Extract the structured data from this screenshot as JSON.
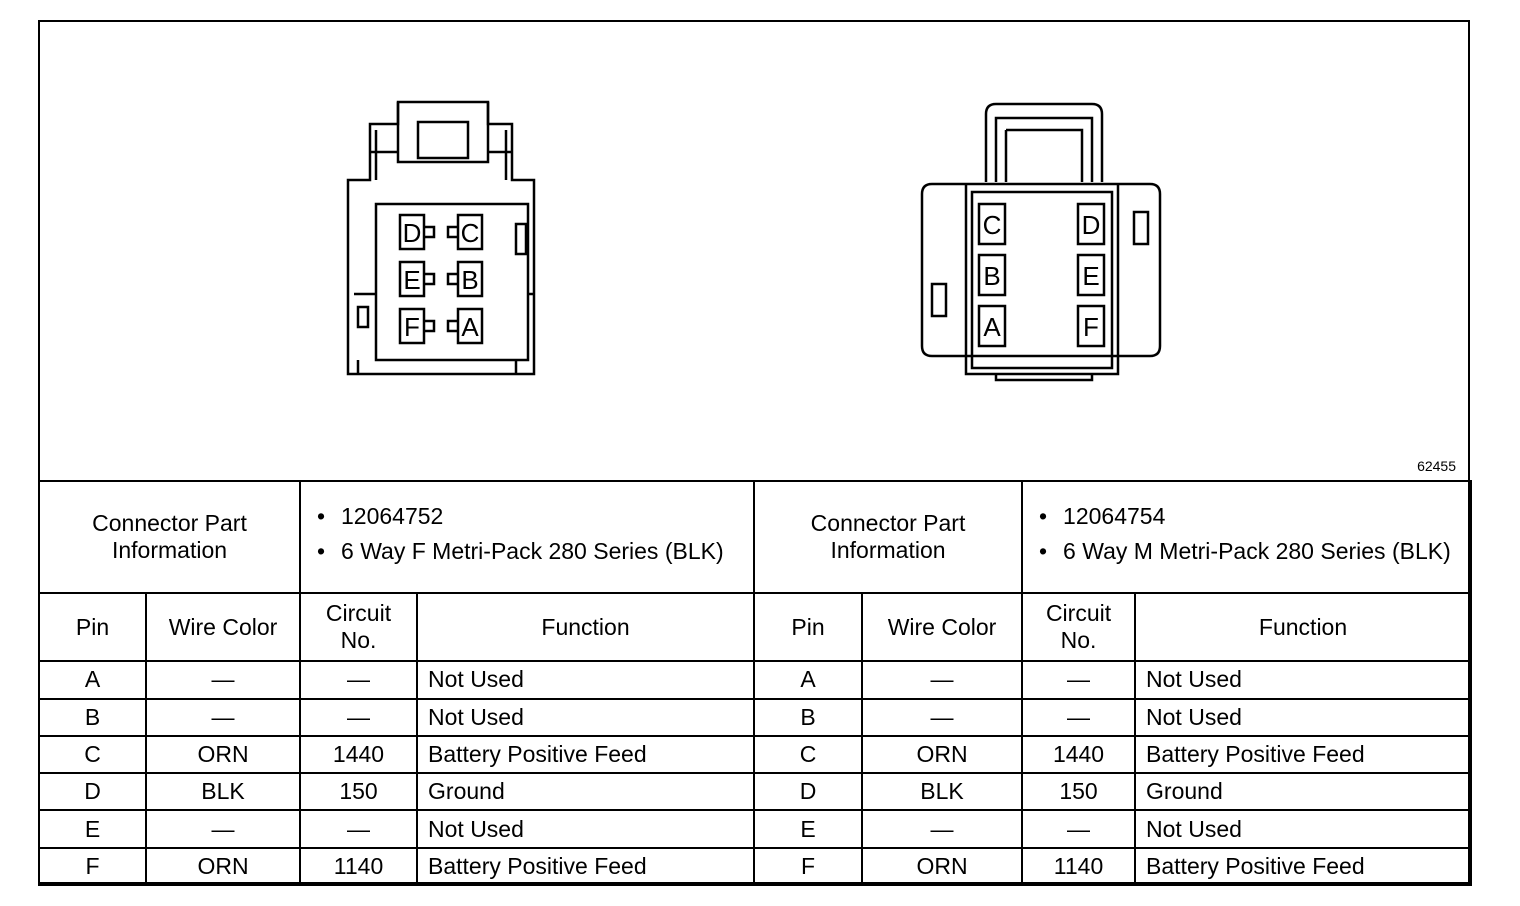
{
  "figure_number": "62455",
  "connectors": [
    {
      "id": "female",
      "info_label": "Connector Part Information",
      "part_info": [
        "12064752",
        "6 Way F Metri-Pack 280 Series (BLK)"
      ],
      "cavity_labels": [
        "D",
        "C",
        "E",
        "B",
        "F",
        "A"
      ]
    },
    {
      "id": "male",
      "info_label": "Connector Part Information",
      "part_info": [
        "12064754",
        "6 Way M Metri-Pack 280 Series (BLK)"
      ],
      "cavity_labels": [
        "C",
        "D",
        "B",
        "E",
        "A",
        "F"
      ]
    }
  ],
  "columns": [
    "Pin",
    "Wire Color",
    "Circuit No.",
    "Function"
  ],
  "pins": [
    {
      "pin": "A",
      "wire_color": "—",
      "circuit": "—",
      "function": "Not Used"
    },
    {
      "pin": "B",
      "wire_color": "—",
      "circuit": "—",
      "function": "Not Used"
    },
    {
      "pin": "C",
      "wire_color": "ORN",
      "circuit": "1440",
      "function": "Battery Positive Feed"
    },
    {
      "pin": "D",
      "wire_color": "BLK",
      "circuit": "150",
      "function": "Ground"
    },
    {
      "pin": "E",
      "wire_color": "—",
      "circuit": "—",
      "function": "Not Used"
    },
    {
      "pin": "F",
      "wire_color": "ORN",
      "circuit": "1140",
      "function": "Battery Positive Feed"
    }
  ]
}
